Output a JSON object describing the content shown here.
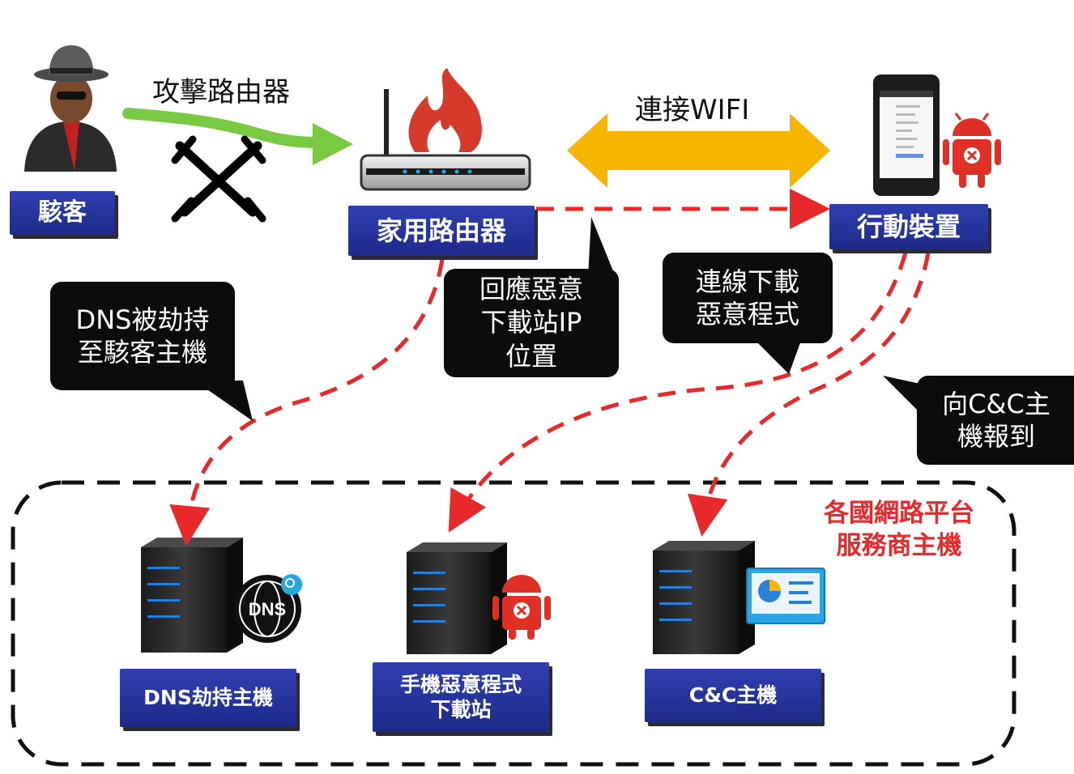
{
  "labels": {
    "hacker": "駭客",
    "home_router": "家用路由器",
    "mobile_device": "行動裝置",
    "dns_host": "DNS劫持主機",
    "malware_site": "手機惡意程式\n下載站",
    "cnc_host": "C&C主機"
  },
  "arrows": {
    "attack": "攻擊路由器",
    "wifi": "連接WIFI"
  },
  "bubbles": {
    "dns_hijack": "DNS被劫持\n至駭客主機",
    "reply_ip": "回應惡意\n下載站IP\n位置",
    "connect_download": "連線下載\n惡意程式",
    "report_cnc": "向C&C主\n機報到"
  },
  "region": {
    "provider_line1": "各國網路平台",
    "provider_line2": "服務商主機"
  },
  "icons": {
    "dns_badge": "DNS"
  },
  "colors": {
    "label_blue": "#2432a0",
    "danger_red": "#e8292b",
    "attack_green": "#7ac943",
    "wifi_yellow": "#f7b500"
  }
}
